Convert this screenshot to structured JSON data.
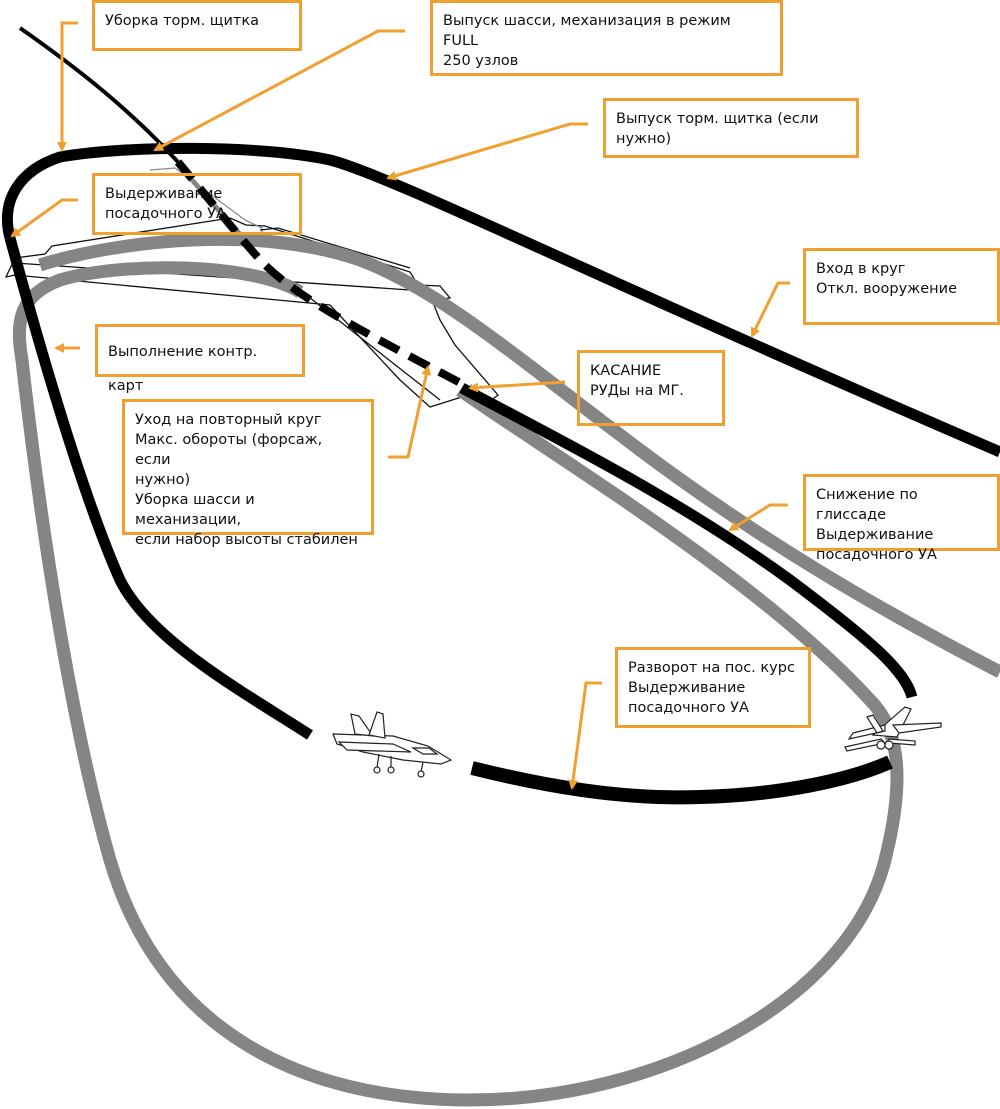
{
  "diagram": {
    "title": "Carrier landing pattern",
    "colors": {
      "callout_border": "#f0a030",
      "leader": "#f0a030",
      "pattern_path": "#000000",
      "go_around_path": "#858585",
      "deck_outline": "#111111"
    },
    "callouts": [
      {
        "id": "speedbrake-retract",
        "text": "Уборка торм. щитка"
      },
      {
        "id": "gear-flaps-down",
        "text": "Выпуск шасси, механизация в режим FULL\n250 узлов"
      },
      {
        "id": "speedbrake-extend",
        "text": "Выпуск торм. щитка (если\nнужно)"
      },
      {
        "id": "hold-aoa-upwind",
        "text": "Выдерживание\nпосадочного УА"
      },
      {
        "id": "pattern-entry",
        "text": "Вход в круг\nОткл. вооружение"
      },
      {
        "id": "checklist",
        "text": "Выполнение контр. карт"
      },
      {
        "id": "touchdown",
        "text": "КАСАНИЕ\nРУДы на МГ."
      },
      {
        "id": "go-around",
        "text": "Уход на повторный круг\nМакс. обороты (форсаж, если\nнужно)\nУборка шасси и механизации,\nесли набор высоты стабилен"
      },
      {
        "id": "glideslope",
        "text": "Снижение по глиссаде\nВыдерживание\nпосадочного УА"
      },
      {
        "id": "final-turn",
        "text": "Разворот на пос. курс\nВыдерживание\nпосадочного УА"
      }
    ],
    "icons": [
      "carrier-deck-icon",
      "aircraft-side-icon",
      "aircraft-rear-icon"
    ]
  }
}
